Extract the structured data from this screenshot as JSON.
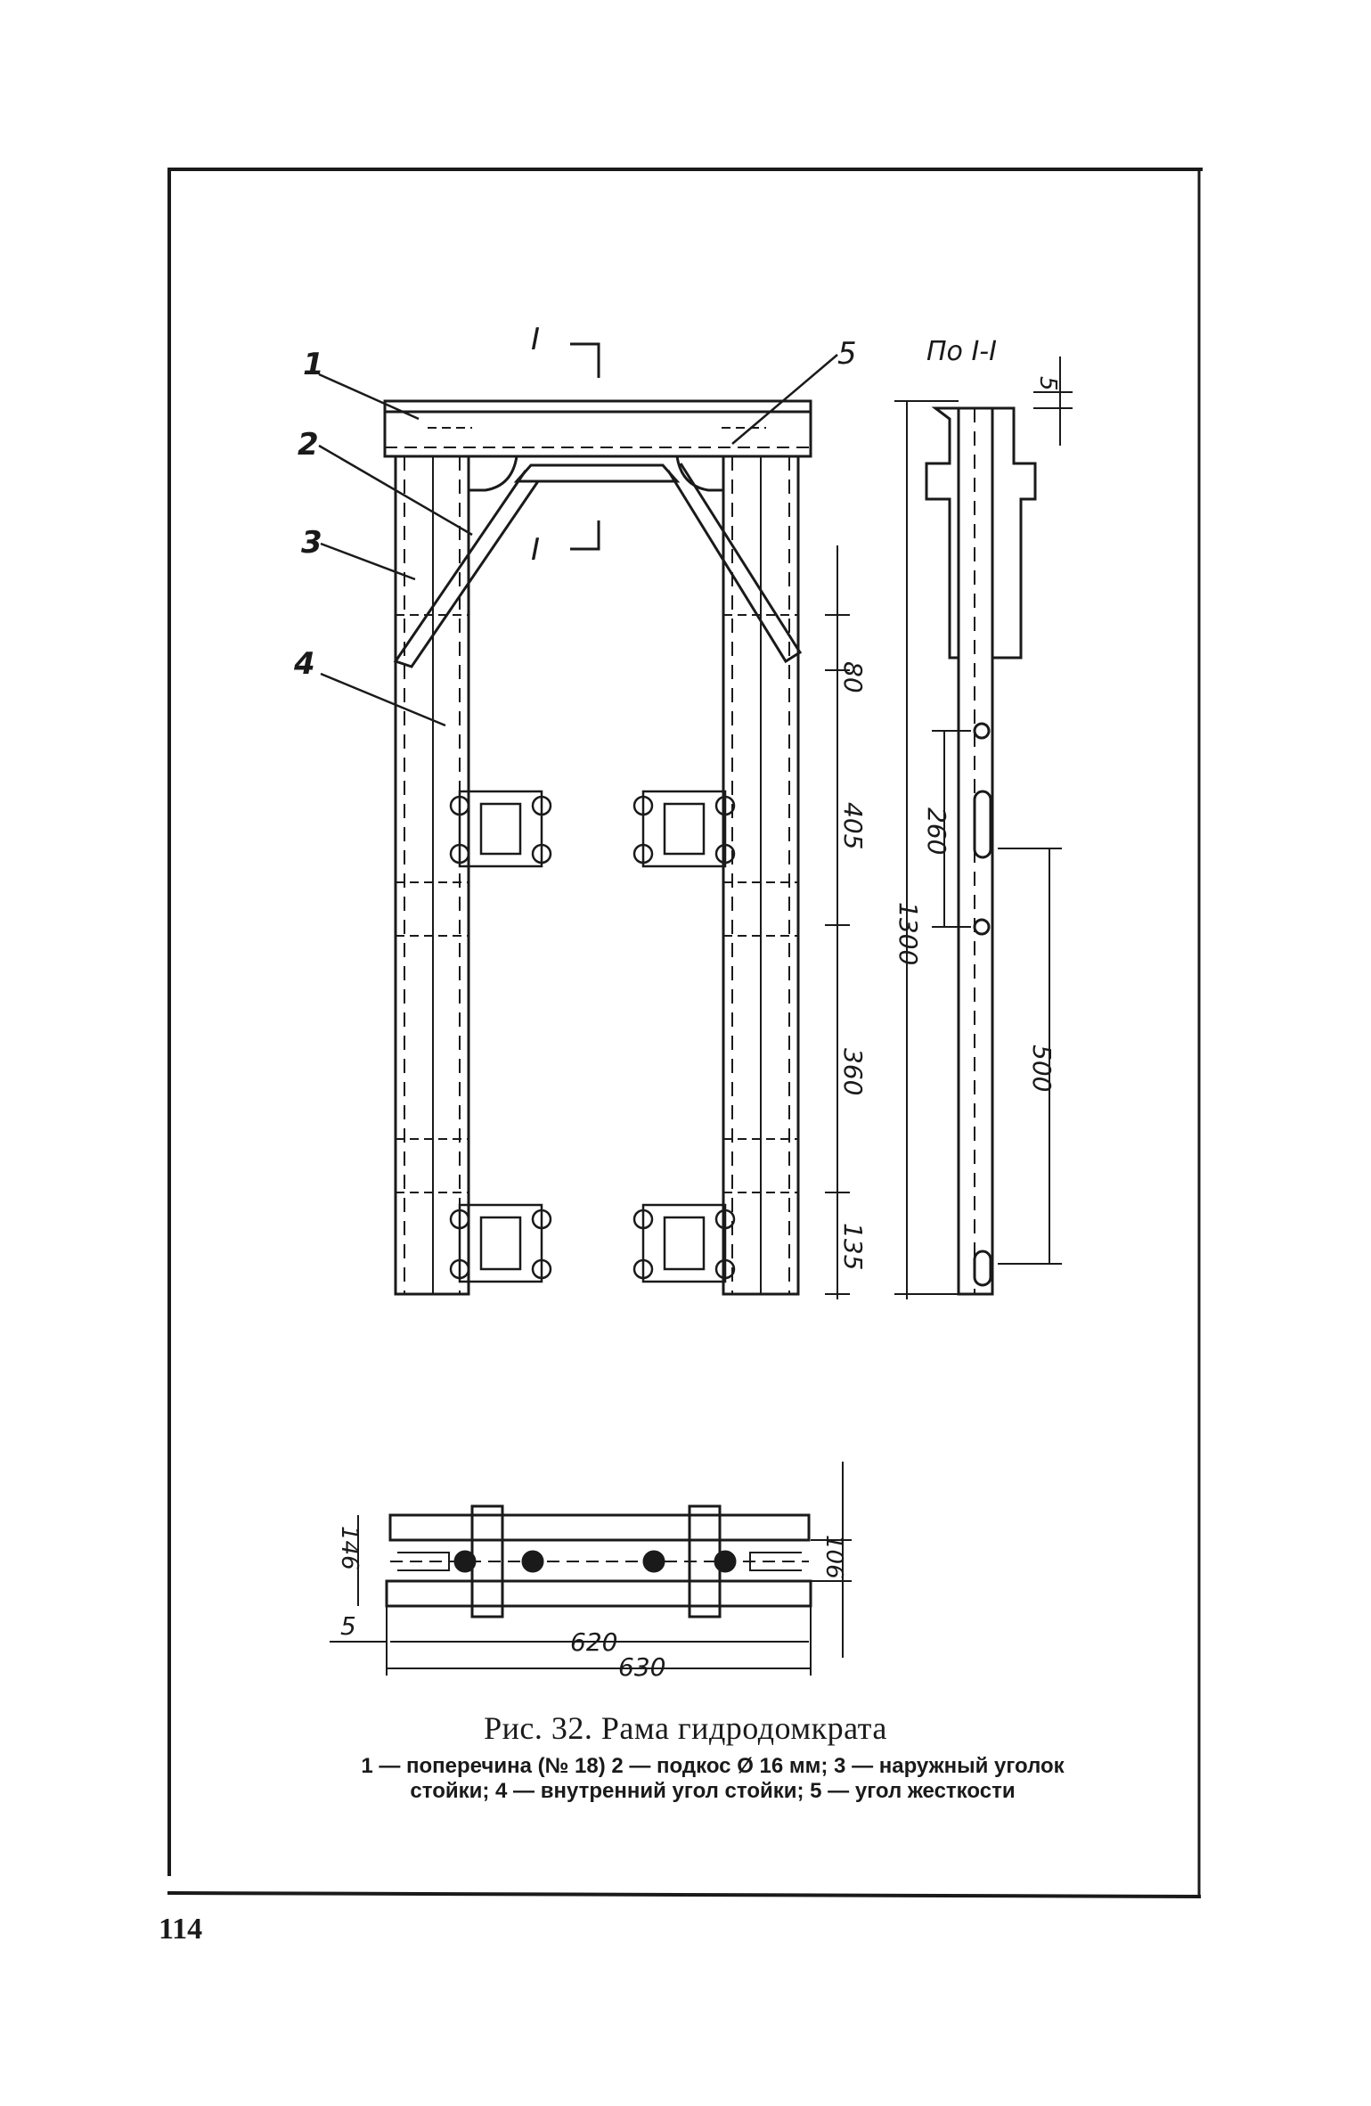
{
  "labels": {
    "section_mark": "I",
    "section_title": "По I-I",
    "callouts": [
      "1",
      "2",
      "3",
      "4",
      "5"
    ]
  },
  "dimensions": {
    "front": [
      "80",
      "405",
      "360",
      "135"
    ],
    "side": [
      "5",
      "260",
      "1300",
      "500"
    ],
    "plan": [
      "146",
      "106",
      "5",
      "620",
      "630"
    ]
  },
  "caption": {
    "title": "Рис. 32. Рама гидродомкрата",
    "legend_line1": "1 — поперечина (№ 18) 2 — подкос Ø 16 мм; 3 — наружный уголок",
    "legend_line2": "стойки; 4 — внутренний угол стойки; 5 — угол жесткости"
  },
  "page_number": "114"
}
